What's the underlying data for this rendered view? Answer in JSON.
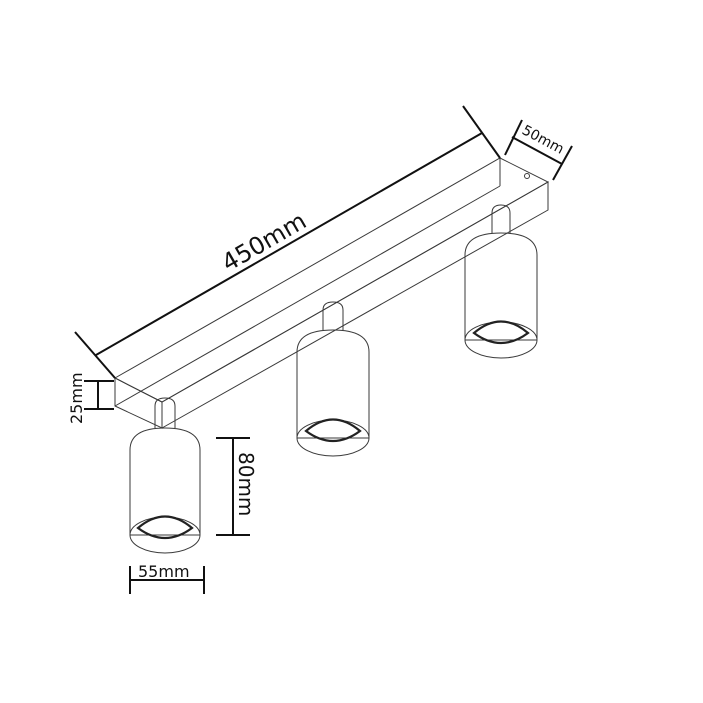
{
  "diagram": {
    "title": "",
    "subject": "3-head ceiling spotlight bar dimension drawing",
    "dimensions": {
      "bar_length": "450mm",
      "bar_width": "50mm",
      "bar_height": "25mm",
      "spot_height": "80mm",
      "spot_diameter": "55mm"
    },
    "spotlights": [
      {
        "id": "spot-1",
        "position": "left"
      },
      {
        "id": "spot-2",
        "position": "middle"
      },
      {
        "id": "spot-3",
        "position": "right"
      }
    ],
    "colors": {
      "line": "#3a3a3a",
      "dimension_line": "#111111",
      "background": "#ffffff"
    }
  }
}
